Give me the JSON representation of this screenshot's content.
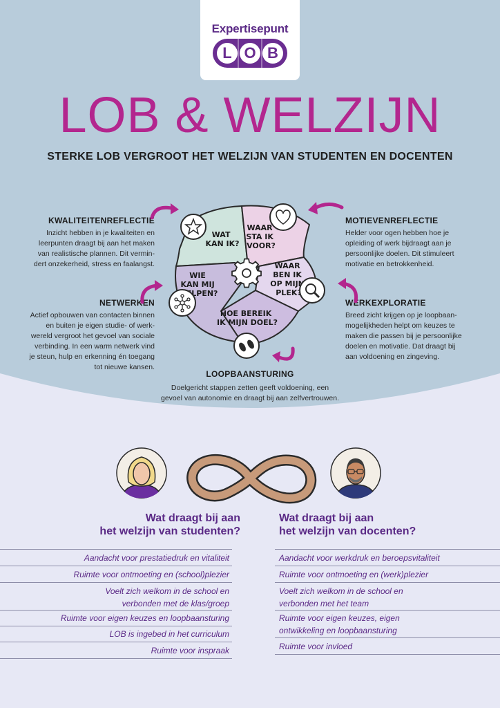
{
  "logo": {
    "top_text": "Expertisepunt",
    "letters": [
      "L",
      "O",
      "B"
    ]
  },
  "title": "LOB & WELZIJN",
  "subtitle": "STERKE LOB VERGROOT HET WELZIJN VAN STUDENTEN EN DOCENTEN",
  "sections": {
    "kwaliteitenreflectie": {
      "title": "KWALITEITENREFLECTIE",
      "lines": [
        "Inzicht hebben in je kwaliteiten en",
        "leerpunten draagt bij aan het maken",
        "van realistische plannen. Dit vermin-",
        "dert onzekerheid, stress en faalangst."
      ]
    },
    "motievenreflectie": {
      "title": "MOTIEVENREFLECTIE",
      "lines": [
        "Helder voor ogen hebben hoe je",
        "opleiding of werk bijdraagt aan je",
        "persoonlijke doelen. Dit stimuleert",
        "motivatie en betrokkenheid."
      ]
    },
    "netwerken": {
      "title": "NETWERKEN",
      "lines": [
        "Actief opbouwen van contacten binnen",
        "en buiten je eigen studie- of werk-",
        "wereld vergroot het gevoel van sociale",
        "verbinding. In een warm netwerk vind",
        "je steun, hulp en erkenning én toegang",
        "tot nieuwe kansen."
      ]
    },
    "werkexploratie": {
      "title": "WERKEXPLORATIE",
      "lines": [
        "Breed zicht krijgen op je loopbaan-",
        "mogelijkheden helpt om keuzes te",
        "maken die passen bij je persoonlijke",
        "doelen en motivatie. Dat draagt bij",
        "aan voldoening en zingeving."
      ]
    },
    "loopbaansturing": {
      "title": "LOOPBAANSTURING",
      "lines": [
        "Doelgericht stappen zetten geeft voldoening, een",
        "gevoel van autonomie en draagt bij aan zelfvertrouwen."
      ]
    }
  },
  "wheel": {
    "q1": [
      "WAT",
      "KAN IK?"
    ],
    "q2": [
      "WAAR",
      "STA IK",
      "VOOR?"
    ],
    "q3": [
      "WIE",
      "KAN MIJ",
      "HELPEN?"
    ],
    "q4": [
      "WAAR",
      "BEN IK",
      "OP MIJN",
      "PLEK?"
    ],
    "q5": [
      "HOE BEREIK",
      "IK MIJN DOEL?"
    ]
  },
  "students": {
    "question": [
      "Wat draagt bij aan",
      "het welzijn van studenten?"
    ],
    "items": [
      [
        "Aandacht voor prestatiedruk en vitaliteit"
      ],
      [
        "Ruimte voor ontmoeting en (school)plezier"
      ],
      [
        "Voelt zich welkom in de school en",
        "verbonden met de klas/groep"
      ],
      [
        "Ruimte voor eigen keuzes en loopbaansturing"
      ],
      [
        "LOB is ingebed in het curriculum"
      ],
      [
        "Ruimte voor inspraak"
      ]
    ]
  },
  "teachers": {
    "question": [
      "Wat draagt bij aan",
      "het welzijn van docenten?"
    ],
    "items": [
      [
        "Aandacht voor werkdruk en beroepsvitaliteit"
      ],
      [
        "Ruimte voor ontmoeting en (werk)plezier"
      ],
      [
        "Voelt zich welkom in de school en",
        "verbonden met het team"
      ],
      [
        "Ruimte voor eigen keuzes, eigen",
        "ontwikkeling en loopbaansturing"
      ],
      [
        "Ruimte voor invloed"
      ]
    ]
  },
  "icons": [
    "star-icon",
    "heart-icon",
    "network-icon",
    "magnifier-icon",
    "footsteps-icon",
    "gear-icon",
    "infinity-icon",
    "arrow-icon"
  ],
  "colors": {
    "accent_pink": "#b3268e",
    "purple": "#5b2a86",
    "top_background": "#b8ccdb",
    "bottom_background": "#e7e8f5"
  }
}
